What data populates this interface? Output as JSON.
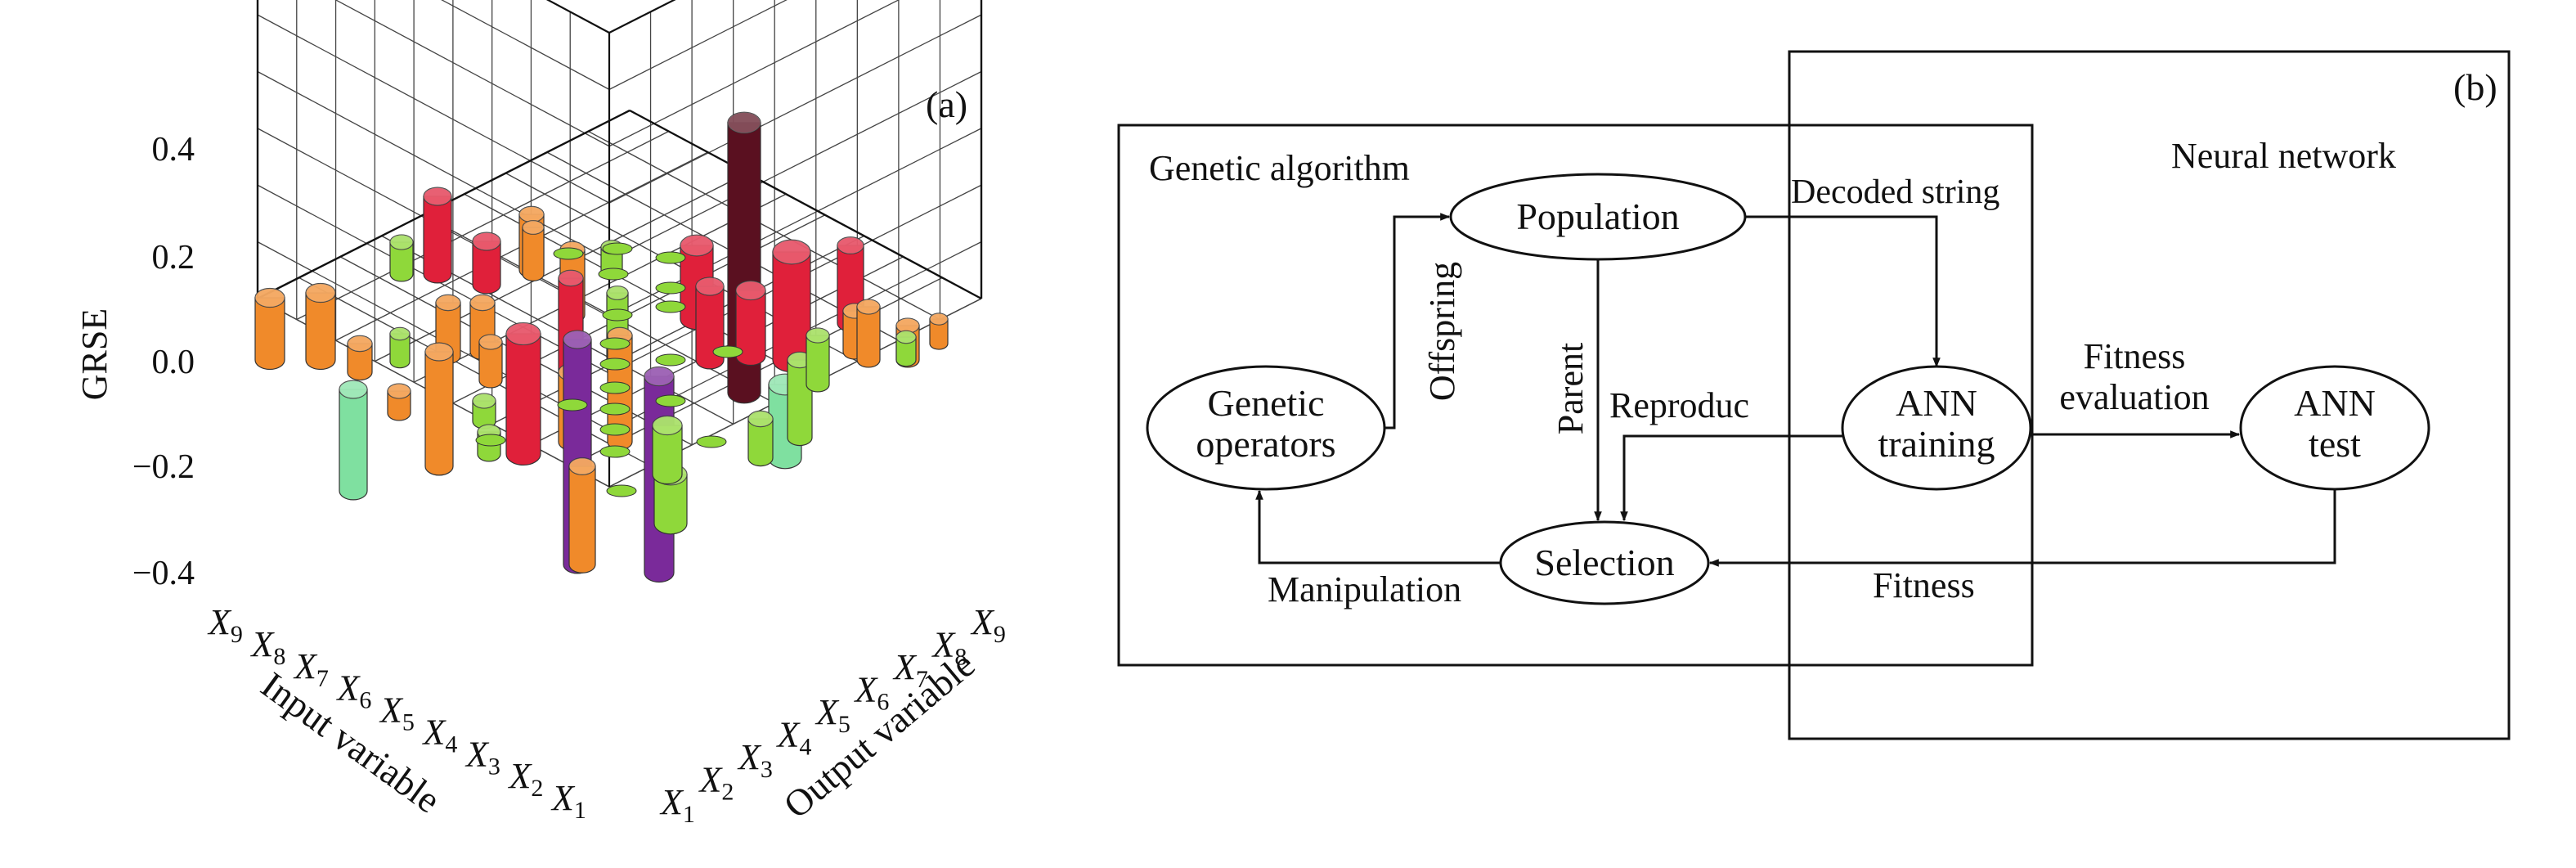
{
  "panel_a": {
    "label": "(a)",
    "y_axis_title": "GRSE",
    "y_ticks": [
      "0.4",
      "0.2",
      "0.0",
      "−0.2",
      "−0.4"
    ],
    "input_axis_title": "Input variable",
    "output_axis_title": "Output variable",
    "input_ticks": [
      {
        "base": "X",
        "sub": "9"
      },
      {
        "base": "X",
        "sub": "8"
      },
      {
        "base": "X",
        "sub": "7"
      },
      {
        "base": "X",
        "sub": "6"
      },
      {
        "base": "X",
        "sub": "5"
      },
      {
        "base": "X",
        "sub": "4"
      },
      {
        "base": "X",
        "sub": "3"
      },
      {
        "base": "X",
        "sub": "2"
      },
      {
        "base": "X",
        "sub": "1"
      }
    ],
    "output_ticks": [
      {
        "base": "X",
        "sub": "1"
      },
      {
        "base": "X",
        "sub": "2"
      },
      {
        "base": "X",
        "sub": "3"
      },
      {
        "base": "X",
        "sub": "4"
      },
      {
        "base": "X",
        "sub": "5"
      },
      {
        "base": "X",
        "sub": "6"
      },
      {
        "base": "X",
        "sub": "7"
      },
      {
        "base": "X",
        "sub": "8"
      },
      {
        "base": "X",
        "sub": "9"
      }
    ],
    "colors": {
      "orange": "#f08a2a",
      "red": "#e0203a",
      "green": "#8fd83a",
      "mint": "#7fe0a0",
      "purple": "#7a2a9a",
      "maroon": "#5a1020"
    }
  },
  "panel_b": {
    "label": "(b)",
    "ga_box_title": "Genetic algorithm",
    "nn_box_title": "Neural network",
    "nodes": {
      "population": "Population",
      "genetic_operators": [
        "Genetic",
        "operators"
      ],
      "selection": "Selection",
      "ann_training": [
        "ANN",
        "training"
      ],
      "ann_test": [
        "ANN",
        "test"
      ]
    },
    "edges": {
      "decoded_string": "Decoded string",
      "offspring": "Offspring",
      "parent": "Parent",
      "reproduc": "Reproduc",
      "fitness_evaluation": [
        "Fitness",
        "evaluation"
      ],
      "manipulation": "Manipulation",
      "fitness": "Fitness"
    }
  }
}
